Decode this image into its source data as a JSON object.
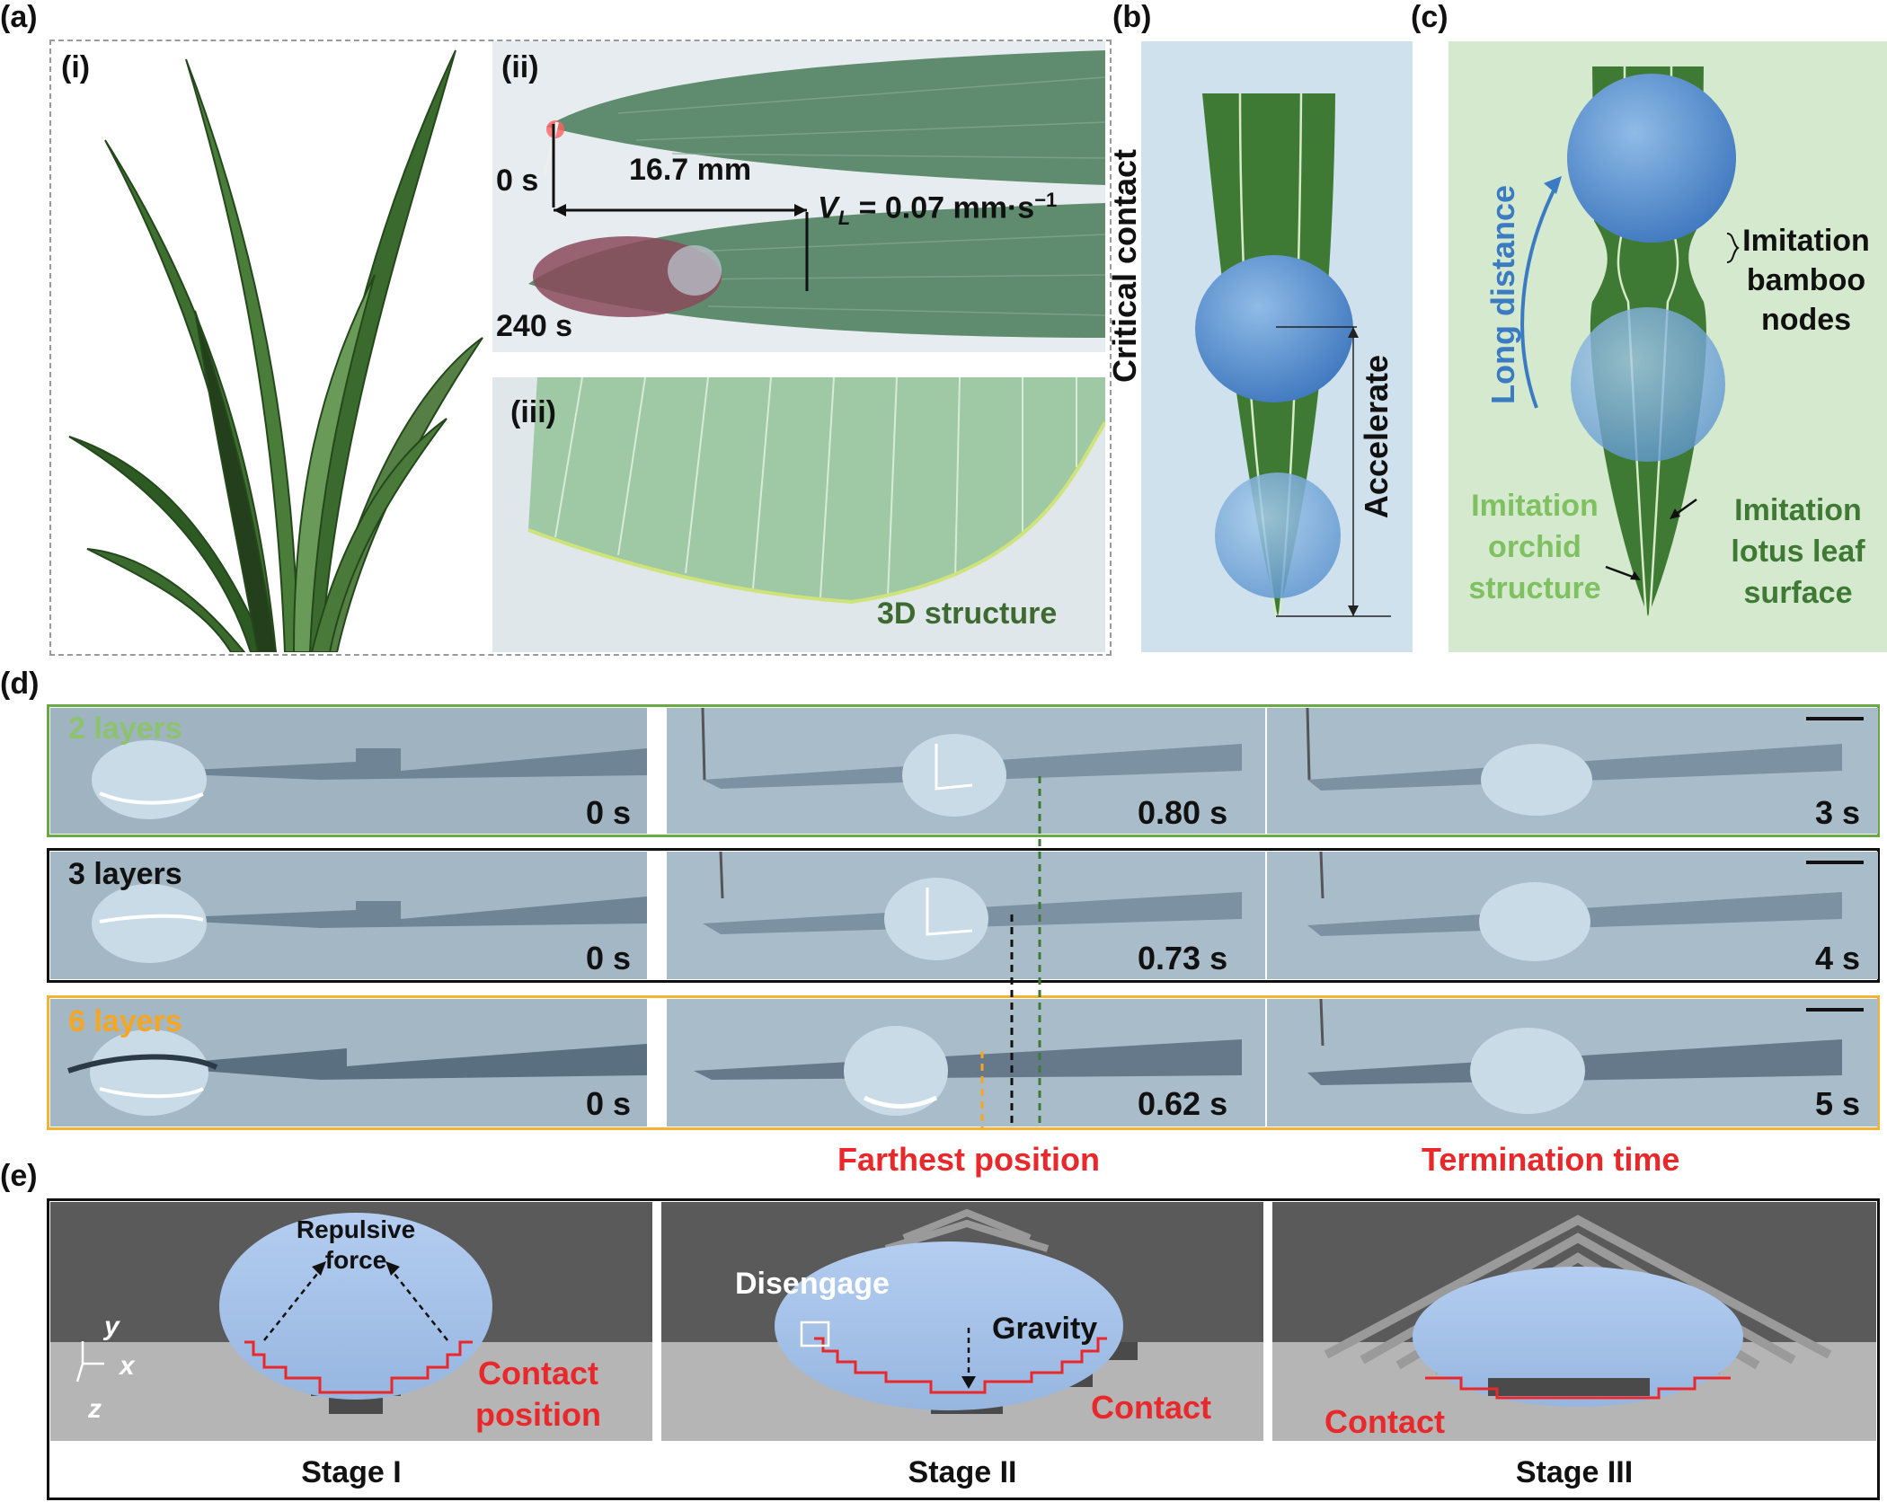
{
  "panel_a": {
    "label": "(a)",
    "sub_i": "(i)",
    "sub_ii": "(ii)",
    "sub_iii": "(iii)",
    "time_start": "0 s",
    "time_end": "240 s",
    "distance": "16.7 mm",
    "velocity_symbol": "V",
    "velocity_subscript": "L",
    "velocity_value": " = 0.07 mm·s",
    "velocity_exponent": "−1",
    "structure_label": "3D structure"
  },
  "panel_b": {
    "label": "(b)",
    "critical_contact": "Critical contact",
    "accelerate": "Accelerate"
  },
  "panel_c": {
    "label": "(c)",
    "long_distance": "Long distance",
    "bamboo": [
      "Imitation",
      "bamboo",
      "nodes"
    ],
    "orchid": [
      "Imitation",
      "orchid",
      "structure"
    ],
    "lotus": [
      "Imitation",
      "lotus leaf",
      "surface"
    ]
  },
  "panel_d": {
    "label": "(d)",
    "rows": [
      {
        "layers": "2 layers",
        "color": "#8dc26f",
        "border": "#6aaa45",
        "times": [
          "0 s",
          "0.80 s",
          "3 s"
        ]
      },
      {
        "layers": "3 layers",
        "color": "#111111",
        "border": "#111111",
        "times": [
          "0 s",
          "0.73 s",
          "4 s"
        ]
      },
      {
        "layers": "6 layers",
        "color": "#f5a623",
        "border": "#f5b335",
        "times": [
          "0 s",
          "0.62 s",
          "5 s"
        ]
      }
    ],
    "farthest": "Farthest position",
    "termination": "Termination time"
  },
  "panel_e": {
    "label": "(e)",
    "repulsive": [
      "Repulsive",
      "force"
    ],
    "contact_position": [
      "Contact",
      "position"
    ],
    "axis_y": "y",
    "axis_x": "x",
    "axis_z": "z",
    "disengage": "Disengage",
    "gravity": "Gravity",
    "contact2": "Contact",
    "contact3": "Contact",
    "stages": [
      "Stage I",
      "Stage II",
      "Stage III"
    ]
  },
  "colors": {
    "leaf_green": "#3f7a34",
    "panel_b_bg": "#cfe1ec",
    "panel_c_bg": "#d5e9cf",
    "accent_red": "#e8282a",
    "droplet_blue": "#4d86c6"
  }
}
